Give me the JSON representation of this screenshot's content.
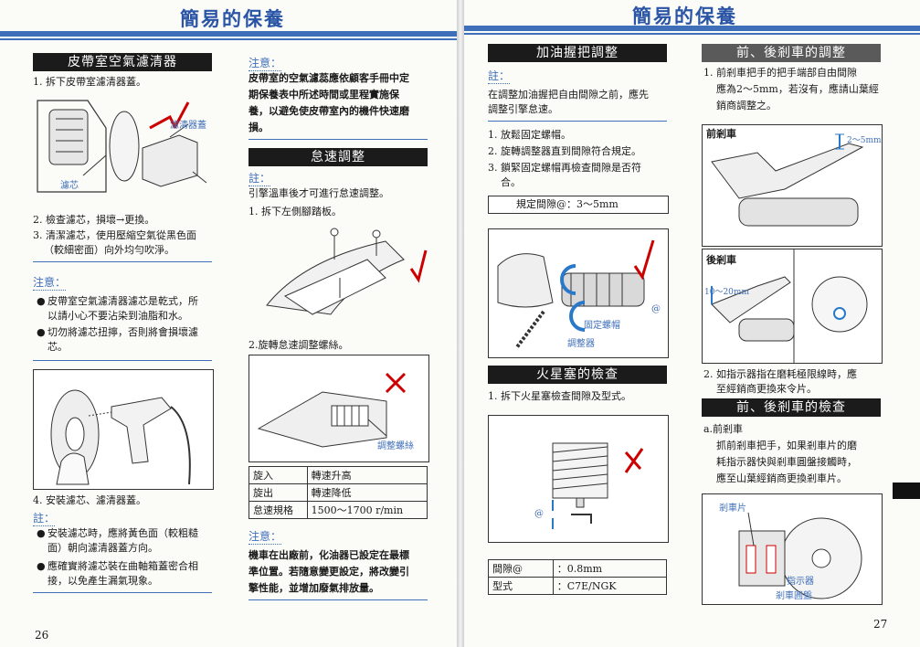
{
  "left": {
    "header": "簡易的保養",
    "page_number": "26",
    "air_filter": {
      "title": "皮帶室空氣濾清器",
      "step1": "1. 拆下皮帶室濾清器蓋。",
      "fig_cover": "濾清器蓋",
      "fig_element": "濾芯",
      "step2": "2. 檢查濾芯，損壞→更換。",
      "step3a": "3. 清潔濾芯，使用壓縮空氣從黑色面",
      "step3b": "（較細密面）向外均勻吹淨。",
      "caution_label": "注意：",
      "caution1a": "皮帶室空氣濾清器濾芯是乾式，所",
      "caution1b": "以請小心不要沾染到油脂和水。",
      "caution2a": "切勿將濾芯扭擰，否則將會損壞濾",
      "caution2b": "芯。",
      "step4": "4. 安裝濾芯、濾清器蓋。",
      "note_label": "註：",
      "note1a": "安裝濾芯時，應將黃色面（較粗糙",
      "note1b": "面）朝向濾清器蓋方向。",
      "note2a": "應確實將濾芯裝在曲軸箱蓋密合相",
      "note2b": "接，以免產生漏氣現象。"
    },
    "caution_top": {
      "label": "注意：",
      "l1": "皮帶室的空氣濾蕊應依顧客手冊中定",
      "l2": "期保養表中所述時間或里程實施保",
      "l3": "養，以避免使皮帶室內的機件快速磨",
      "l4": "損。"
    },
    "idle": {
      "title": "怠速調整",
      "note_label": "註：",
      "note": "引擎溫車後才可進行怠速調整。",
      "step1": "1. 拆下左側腳踏板。",
      "step2": "2.旋轉怠速調整螺絲。",
      "fig_screw": "調整螺絲",
      "table": [
        [
          "旋入",
          "轉速升高"
        ],
        [
          "旋出",
          "轉速降低"
        ],
        [
          "怠速規格",
          "1500～1700 r/min"
        ]
      ],
      "caution_label": "注意：",
      "c1": "機車在出廠前，化油器已設定在最標",
      "c2": "準位置。若隨意變更設定，將改變引",
      "c3": "擎性能，並增加廢氣排放量。"
    }
  },
  "right": {
    "header": "簡易的保養",
    "page_number": "27",
    "throttle": {
      "title": "加油握把調整",
      "note_label": "註：",
      "note_a": "在調整加油握把自由間隙之前，應先",
      "note_b": "調整引擎怠速。",
      "step1": "1. 放鬆固定螺帽。",
      "step2": "2. 旋轉調整器直到間隙符合規定。",
      "step3a": "3. 鎖緊固定螺帽再檢查間隙是否符",
      "step3b": "合。",
      "spec": "規定間隙@：3～5mm",
      "fig_nut": "固定螺帽",
      "fig_adjuster": "調整器",
      "fig_at": "@"
    },
    "spark": {
      "title": "火星塞的檢查",
      "step1": "1. 拆下火星塞檢查間隙及型式。",
      "fig_at": "@",
      "table": [
        [
          "間隙@",
          "：0.8mm"
        ],
        [
          "型式",
          "：C7E/NGK"
        ]
      ]
    },
    "brake_adjust": {
      "title": "前、後剎車的調整",
      "step1a": "1. 前剎車把手的把手端部自由間隙",
      "step1b": "應為2～5mm，若沒有，應請山葉經",
      "step1c": "銷商調整之。",
      "front_label": "前剎車",
      "front_range": "2～5mm",
      "rear_label": "後剎車",
      "rear_range": "10～20mm",
      "step2a": "2. 如指示器指在磨耗極限線時，應",
      "step2b": "至經銷商更換來令片。"
    },
    "brake_check": {
      "title": "前、後剎車的檢查",
      "sub": "a.前剎車",
      "l1": "抓前剎車把手，如果剎車片的磨",
      "l2": "耗指示器快與剎車圓盤接觸時，",
      "l3": "應至山葉經銷商更換剎車片。",
      "fig_pad": "剎車片",
      "fig_indicator": "指示器",
      "fig_disc": "剎車圓盤"
    }
  }
}
